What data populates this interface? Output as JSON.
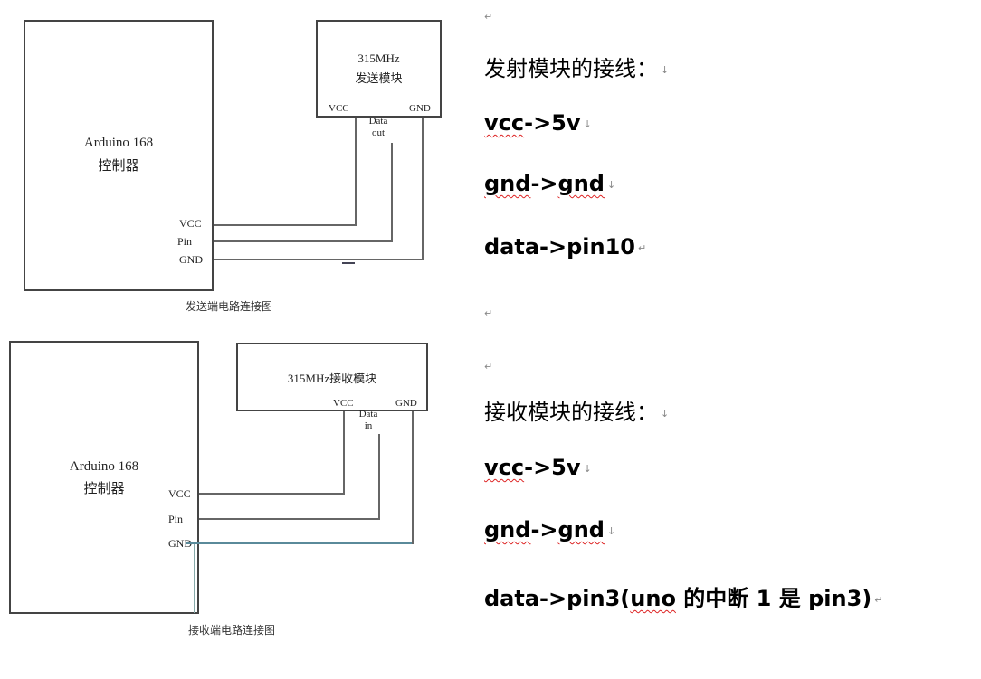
{
  "transmitter": {
    "controller_title": "Arduino  168",
    "controller_subtitle": "控制器",
    "module_title": "315MHz",
    "module_subtitle": "发送模块",
    "module_pins": {
      "vcc": "VCC",
      "data_line1": "Data",
      "data_line2": "out",
      "gnd": "GND"
    },
    "controller_pins": {
      "vcc": "VCC",
      "pin": "Pin",
      "gnd": "GND"
    },
    "caption": "发送端电路连接图"
  },
  "receiver": {
    "controller_title": "Arduino  168",
    "controller_subtitle": "控制器",
    "module_title": "315MHz接收模块",
    "module_pins": {
      "vcc": "VCC",
      "data_line1": "Data",
      "data_line2": "in",
      "gnd": "GND"
    },
    "controller_pins": {
      "vcc": "VCC",
      "pin": "Pin",
      "gnd": "GND"
    },
    "caption": "接收端电路连接图"
  },
  "notes": {
    "tx_heading": "发射模块的接线：",
    "tx_vcc_a": "vcc",
    "tx_vcc_b": "->5v",
    "tx_gnd_a": "gnd",
    "tx_gnd_b": "->",
    "tx_gnd_c": "gnd",
    "tx_data": "data->pin10",
    "rx_heading": "接收模块的接线：",
    "rx_vcc_a": "vcc",
    "rx_vcc_b": "->5v",
    "rx_gnd_a": "gnd",
    "rx_gnd_b": "->",
    "rx_gnd_c": "gnd",
    "rx_data_a": "data->pin3(",
    "rx_data_b": "uno",
    "rx_data_c": " 的中断 1 是 pin3)",
    "para_mark": "↵",
    "line_mark": "↓"
  }
}
